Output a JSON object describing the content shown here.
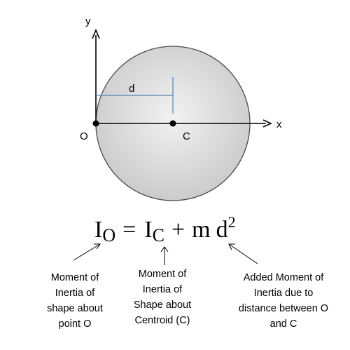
{
  "diagram": {
    "axes": {
      "y_label": "y",
      "x_label": "x"
    },
    "points": {
      "origin_label": "O",
      "centroid_label": "C"
    },
    "distance_label": "d",
    "equation": {
      "lhs_main": "I",
      "lhs_sub": "O",
      "equals": "=",
      "rhs_main": "I",
      "rhs_sub": "C",
      "plus": "+",
      "mass": "m",
      "dist": "d",
      "exponent": "2"
    },
    "captions": {
      "left": [
        "Moment of",
        "Inertia of",
        "shape about",
        "point O"
      ],
      "middle": [
        "Moment of",
        "Inertia of",
        "Shape about",
        "Centroid (C)"
      ],
      "right": [
        "Added Moment of",
        "Inertia due to",
        "distance between O",
        "and C"
      ]
    },
    "colors": {
      "circle_fill_light": "#f2f2f2",
      "circle_fill_dark": "#c8c8c8",
      "circle_stroke": "#4a4a4a",
      "dimension_line": "#4f81bd",
      "distance_label": "#1f4e79",
      "axis": "#000000"
    }
  }
}
